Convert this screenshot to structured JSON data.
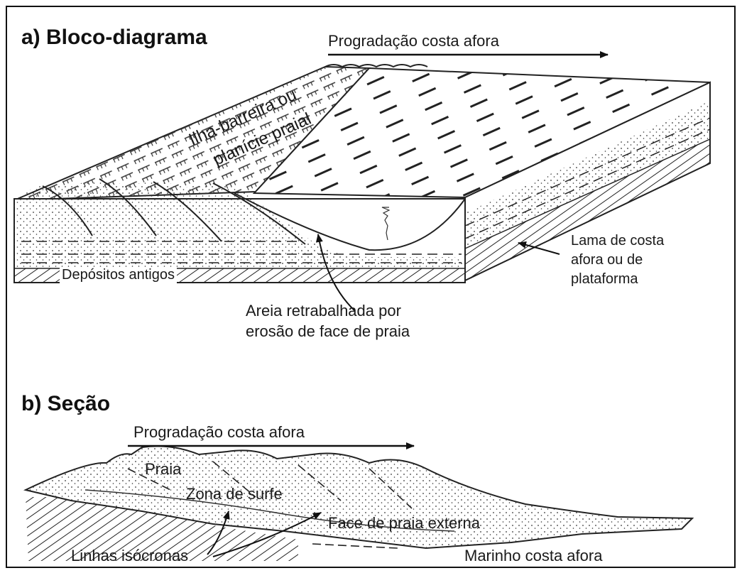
{
  "panel_a": {
    "title": "a) Bloco-diagrama",
    "arrow_label": "Progradação costa afora",
    "label_barrier_line1": "Ilha-barreira ou",
    "label_barrier_line2": "planície praial",
    "label_old_deposits": "Depósitos antigos",
    "label_mud_line1": "Lama de costa",
    "label_mud_line2": "afora ou de",
    "label_mud_line3": "plataforma",
    "label_sand_line1": "Areia retrabalhada por",
    "label_sand_line2": "erosão de face de praia"
  },
  "panel_b": {
    "title": "b) Seção",
    "arrow_label": "Progradação costa afora",
    "label_beach": "Praia",
    "label_surf": "Zona de surfe",
    "label_shoreface": "Face de praia externa",
    "label_isochrons": "Linhas isócronas",
    "label_offshore": "Marinho costa afora"
  }
}
